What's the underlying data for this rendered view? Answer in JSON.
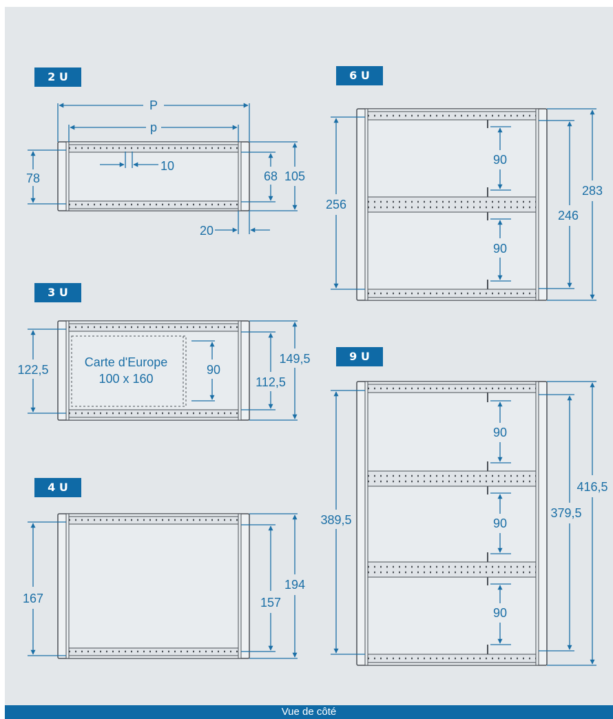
{
  "colors": {
    "accent": "#0f6aa6",
    "dimension": "#1b6fa6",
    "frame": "#4a4f55",
    "background": "#e3e7ea"
  },
  "footer": {
    "caption": "Vue de côté"
  },
  "units": {
    "u2": {
      "label": "2 U",
      "dimensions": {
        "outer_depth": "P",
        "inner_depth": "p",
        "hole_pitch": "10",
        "left_height": "78",
        "inner_height": "68",
        "outer_height": "105",
        "rail_offset": "20"
      }
    },
    "u3": {
      "label": "3 U",
      "card": {
        "line1": "Carte d'Europe",
        "line2": "100 x 160"
      },
      "dimensions": {
        "left_height": "122,5",
        "card_height": "90",
        "inner_height": "112,5",
        "outer_height": "149,5"
      }
    },
    "u4": {
      "label": "4 U",
      "dimensions": {
        "left_height": "167",
        "inner_height": "157",
        "outer_height": "194"
      }
    },
    "u6": {
      "label": "6 U",
      "dimensions": {
        "left_height": "256",
        "gap_upper": "90",
        "gap_lower": "90",
        "inner_height": "246",
        "outer_height": "283"
      }
    },
    "u9": {
      "label": "9 U",
      "dimensions": {
        "left_height": "389,5",
        "gap_1": "90",
        "gap_2": "90",
        "gap_3": "90",
        "inner_height": "379,5",
        "outer_height": "416,5"
      }
    }
  }
}
